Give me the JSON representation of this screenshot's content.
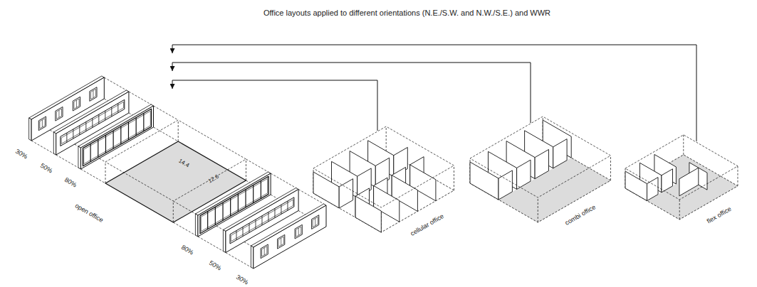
{
  "diagram": {
    "title": "Office layouts applied to different orientations (N.E./S.W. and N.W./S.E.) and WWR",
    "nodes": [
      {
        "text": [
          "open office"
        ]
      },
      {
        "text": [
          "cellular office"
        ]
      },
      {
        "text": [
          "combi office"
        ]
      },
      {
        "text": [
          "flex office"
        ]
      }
    ],
    "edges": [
      {
        "from": 1,
        "to": 0,
        "arrow": "to"
      },
      {
        "from": 2,
        "to": 0,
        "arrow": "to"
      },
      {
        "from": 3,
        "to": 0,
        "arrow": "to"
      }
    ],
    "labels": [
      "30%",
      "50%",
      "80%",
      "14.4",
      "12.6",
      "80%",
      "50%",
      "30%"
    ]
  }
}
